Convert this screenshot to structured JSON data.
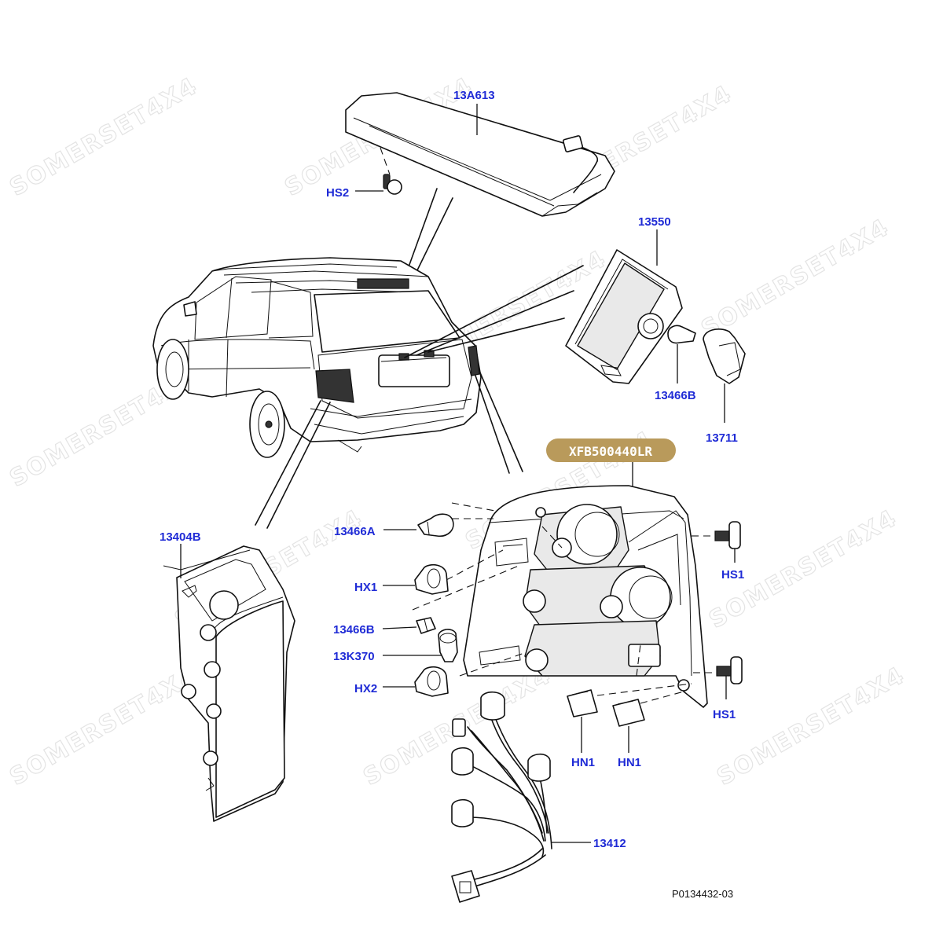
{
  "watermark": "SOMERSET4X4",
  "highlight": {
    "label": "XFB500440LR",
    "fill": "#b99a5b"
  },
  "callouts": {
    "c13A613": "13A613",
    "cHS2": "HS2",
    "c13550": "13550",
    "c13466B_top": "13466B",
    "c13711": "13711",
    "c13404B": "13404B",
    "c13466A": "13466A",
    "cHX1": "HX1",
    "c13466B": "13466B",
    "c13K370": "13K370",
    "cHX2": "HX2",
    "cHS1_top": "HS1",
    "cHS1_bot": "HS1",
    "cHN1_a": "HN1",
    "cHN1_b": "HN1",
    "c13412": "13412"
  },
  "figure_id": "P0134432-03",
  "colors": {
    "callout": "#1f2bd6",
    "line": "#111111"
  }
}
